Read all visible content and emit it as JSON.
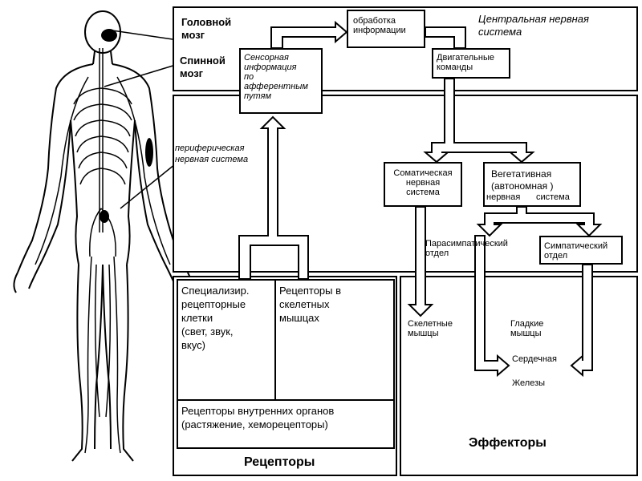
{
  "labels": {
    "brain": "Головной\nмозг",
    "spinal_cord": "Спинной\nмозг",
    "peripheral": "периферическая\nнервная система",
    "cns_title": "Центральная нервная\nсистема",
    "sensory": "Сенсорная\nинформация\nпо\nафферентным\nпутям",
    "processing": "обработка\nинформации",
    "motor_commands": "Двигательные\nкоманды",
    "somatic": "Соматическая\nнервная\nсистема",
    "autonomic": "Вегетативная\n(автономная )",
    "autonomic_tail_1": "нервная",
    "autonomic_tail_2": "система",
    "parasympathetic": "Парасимпатический\nотдел",
    "sympathetic": "Симпатический\nотдел",
    "skeletal_muscles": "Скелетные\nмышцы",
    "smooth_muscles": "Гладкие\nмышцы",
    "cardiac": "Сердечная",
    "glands": "Железы",
    "specialized_receptors": "Специализир.\nрецепторные\nклетки\n(свет, звук,\nвкус)",
    "muscle_receptors": "Рецепторы в\nскелетных\nмышцах",
    "internal_receptors": "Рецепторы внутренних органов\n(растяжение, хеморецепторы)",
    "receptors_title": "Рецепторы",
    "effectors_title": "Эффекторы"
  }
}
